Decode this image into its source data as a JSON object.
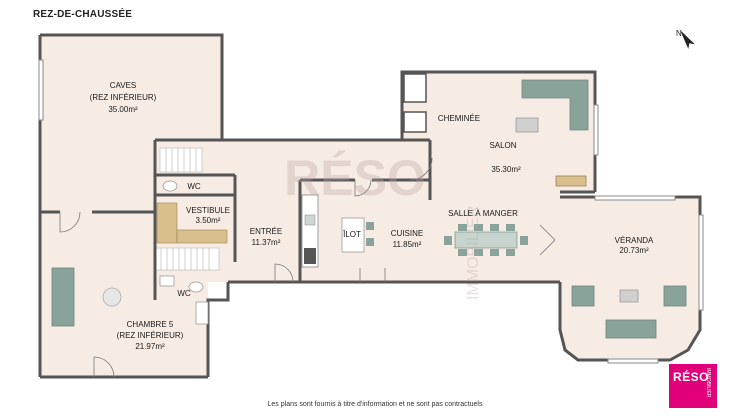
{
  "title": "REZ-DE-CHAUSSÉE",
  "footer": "Les plans sont fournis à titre d'information et ne sont pas contractuels",
  "compass": {
    "label": "N"
  },
  "watermark": {
    "brand": "RÉSO",
    "sub": "IMMOBILIER"
  },
  "logo": {
    "brand": "RÉSO",
    "sub": "IMMOBILIER",
    "color": "#e2007a"
  },
  "rooms": {
    "caves": {
      "name": "CAVES",
      "sub": "(REZ INFÉRIEUR)",
      "area": "35.00m²"
    },
    "vestibule": {
      "name": "VESTIBULE",
      "area": "3.50m²"
    },
    "wc1": {
      "name": "WC"
    },
    "wc2": {
      "name": "WC"
    },
    "entree": {
      "name": "ENTRÉE",
      "area": "11.37m²"
    },
    "ilot": {
      "name": "ÎLOT"
    },
    "cuisine": {
      "name": "CUISINE",
      "area": "11.85m²"
    },
    "cheminee": {
      "name": "CHEMINÉE"
    },
    "salon": {
      "name": "SALON",
      "area": "35.30m²"
    },
    "salle": {
      "name": "SALLE À MANGER"
    },
    "veranda": {
      "name": "VÉRANDA",
      "area": "20.73m²"
    },
    "chambre": {
      "name": "CHAMBRE 5",
      "sub": "(REZ INFÉRIEUR)",
      "area": "21.97m²"
    }
  },
  "colors": {
    "floor": "#f7ece3",
    "wall": "#555555",
    "furniture": "#8aa39a",
    "stair": "#ffffff",
    "wood": "#d9bf8c"
  }
}
